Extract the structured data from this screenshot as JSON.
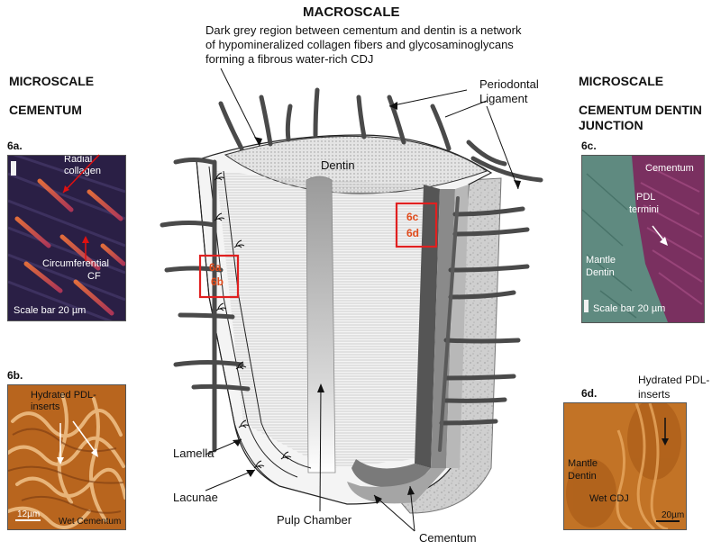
{
  "macroscale": {
    "title": "MACROSCALE",
    "description_line1": "Dark grey region between cementum and dentin is a network",
    "description_line2": "of hypomineralized collagen fibers and glycosaminoglycans",
    "description_line3": "forming a fibrous water-rich CDJ"
  },
  "left": {
    "heading1": "MICROSCALE",
    "heading2": "CEMENTUM",
    "panel_a": {
      "label": "6a.",
      "radial": "Radial collagen",
      "circ1": "Circumferential",
      "circ2": "CF",
      "scale": "Scale bar 20 µm"
    },
    "panel_b": {
      "label": "6b.",
      "hydrated1": "Hydrated PDL-",
      "hydrated2": "inserts",
      "scale": "12µm",
      "wet": "Wet Cementum"
    }
  },
  "right": {
    "heading1": "MICROSCALE",
    "heading2": "CEMENTUM DENTIN",
    "heading3": "JUNCTION",
    "panel_c": {
      "label": "6c.",
      "cementum": "Cementum",
      "pdl1": "PDL",
      "pdl2": "termini",
      "mantle1": "Mantle",
      "mantle2": "Dentin",
      "scale": "Scale bar 20 µm"
    },
    "panel_d": {
      "label": "6d.",
      "hydrated1": "Hydrated PDL-",
      "hydrated2": "inserts",
      "mantle1": "Mantle",
      "mantle2": "Dentin",
      "wet": "Wet CDJ",
      "scale": "20µm"
    }
  },
  "diagram": {
    "dentin": "Dentin",
    "periodontal1": "Periodontal",
    "periodontal2": "Ligament",
    "lamella": "Lamella",
    "lacunae": "Lacunae",
    "pulp": "Pulp Chamber",
    "cementum": "Cementum",
    "box_ab_1": "6a",
    "box_ab_2": "6b",
    "box_cd_1": "6c",
    "box_cd_2": "6d"
  },
  "colors": {
    "ligament": "#4a4a4a",
    "box": "#e02020",
    "box_text": "#e04a1a",
    "dentin_fill": "#e6e6e6",
    "cementum_fill": "#cfcfcf"
  }
}
